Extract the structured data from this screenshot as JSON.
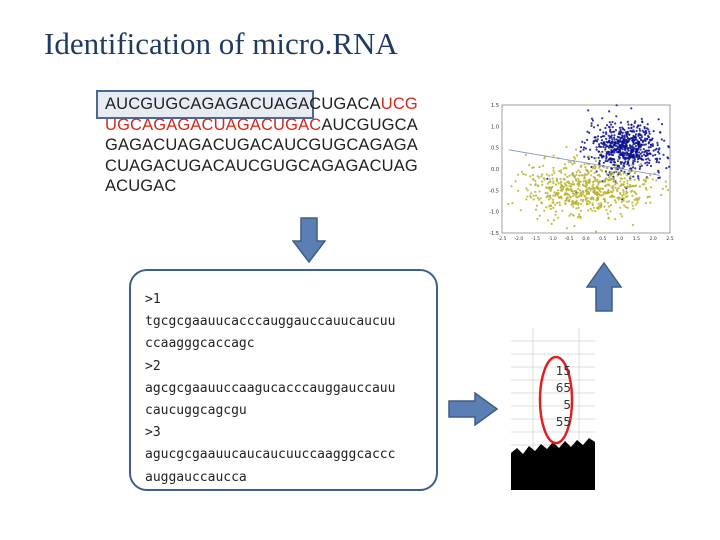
{
  "title": "Identification of micro.RNA",
  "sequence_lines": [
    [
      {
        "t": "AUCGUGCAGAGACUAGACUGACA",
        "c": ""
      },
      {
        "t": "UCG",
        "c": "red"
      }
    ],
    [
      {
        "t": "UGCAGAGACUAGACUGAC",
        "c": "red"
      },
      {
        "t": "AUCGUGCA",
        "c": ""
      }
    ],
    [
      {
        "t": "GAGACUAGACUGACAUCGUGCAGAGA",
        "c": ""
      }
    ],
    [
      {
        "t": "CUAGACUGACAUCGUGCAGAGACUAG",
        "c": ""
      }
    ],
    [
      {
        "t": "ACUGAC",
        "c": ""
      }
    ]
  ],
  "fasta_lines": [
    ">1",
    "tgcgcgaauucacccauggauccauucaucuu",
    "ccaagggcaccagc",
    ">2",
    "agcgcgaauuccaagucacccauggauccauu",
    "caucuggcagcgu",
    ">3",
    "agucgcgaauucaucaucuuccaagggcaccc",
    "auggauccaucca"
  ],
  "table_values": [
    "15",
    "65",
    "5",
    "55"
  ],
  "colors": {
    "title": "#1f3b63",
    "arrow_fill": "#5b7fb4",
    "arrow_stroke": "#3e5f86",
    "highlight_red": "#d12b1e",
    "cluster_top": "#0a0f8c",
    "cluster_bottom": "#b7b12d",
    "oval": "#e02020"
  },
  "chart_data": {
    "type": "scatter",
    "xlim": [
      -2.5,
      2.5
    ],
    "ylim": [
      -1.5,
      1.5
    ],
    "xticks": [
      "-2.5",
      "-2.0",
      "-1.5",
      "-1.0",
      "-0.5",
      "0.0",
      "0.5",
      "1.0",
      "1.5",
      "2.0",
      "2.5"
    ],
    "yticks": [
      "1.5",
      "1.0",
      "0.5",
      "0.0",
      "-0.5",
      "-1.0",
      "-1.5"
    ],
    "series": [
      {
        "color": "#0a0f8c",
        "center": [
          1.2,
          0.5
        ],
        "spread": [
          0.55,
          0.3
        ]
      },
      {
        "color": "#b7b12d",
        "center": [
          0.0,
          -0.45
        ],
        "spread": [
          0.9,
          0.32
        ]
      }
    ],
    "boundary_line": {
      "x": [
        -2.3,
        2.2
      ],
      "y": [
        0.45,
        -0.15
      ]
    }
  }
}
